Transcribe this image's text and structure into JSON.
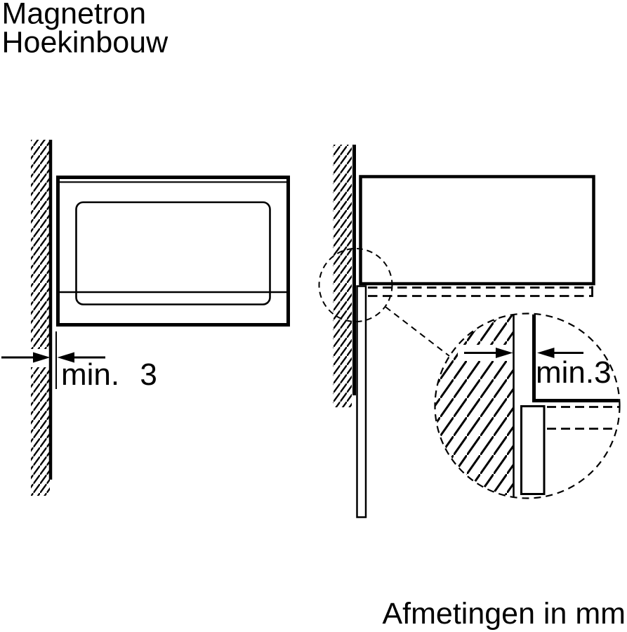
{
  "colors": {
    "ink": "#000000",
    "background": "#ffffff"
  },
  "title": {
    "line1": "Magnetron",
    "line2": "Hoekinbouw"
  },
  "front_view": {
    "clearance_label": "min. 3"
  },
  "detail_view": {
    "clearance_label": "min.3"
  },
  "footer": {
    "units_label": "Afmetingen in mm"
  }
}
